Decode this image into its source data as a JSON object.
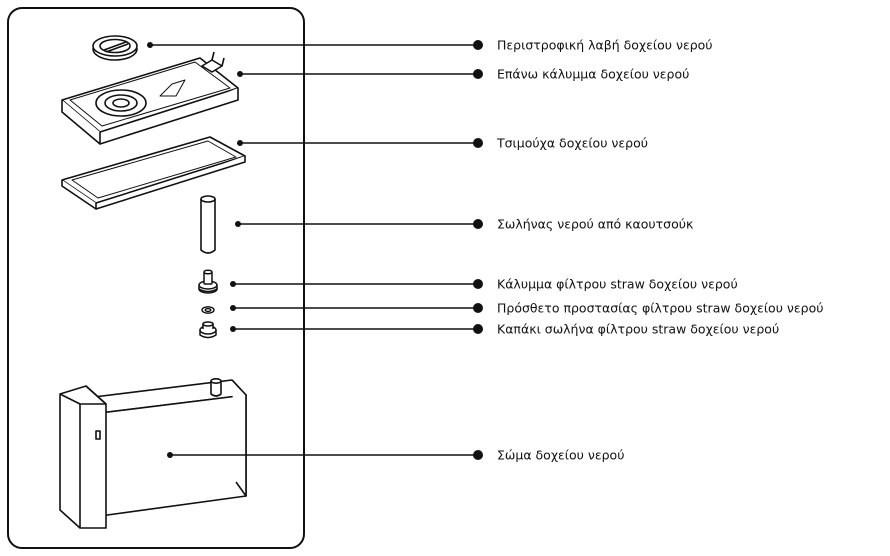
{
  "colors": {
    "ink": "#111111",
    "fill": "#ffffff"
  },
  "callouts": [
    {
      "id": "rotary-handle",
      "label": "Περιστροφική λαβή δοχείου νερού"
    },
    {
      "id": "top-cover",
      "label": "Επάνω κάλυμμα δοχείου νερού"
    },
    {
      "id": "tank-seal",
      "label": "Τσιμούχα δοχείου νερού"
    },
    {
      "id": "rubber-hose",
      "label": "Σωλήνας νερού από καουτσούκ"
    },
    {
      "id": "straw-cover",
      "label": "Κάλυμμα φίλτρου straw δοχείου νερού"
    },
    {
      "id": "straw-protector",
      "label": "Πρόσθετο προστασίας φίλτρου straw δοχείου νερού"
    },
    {
      "id": "straw-cap",
      "label": "Καπάκι σωλήνα φίλτρου straw δοχείου νερού"
    },
    {
      "id": "tank-body",
      "label": "Σώμα δοχείου νερού"
    }
  ]
}
